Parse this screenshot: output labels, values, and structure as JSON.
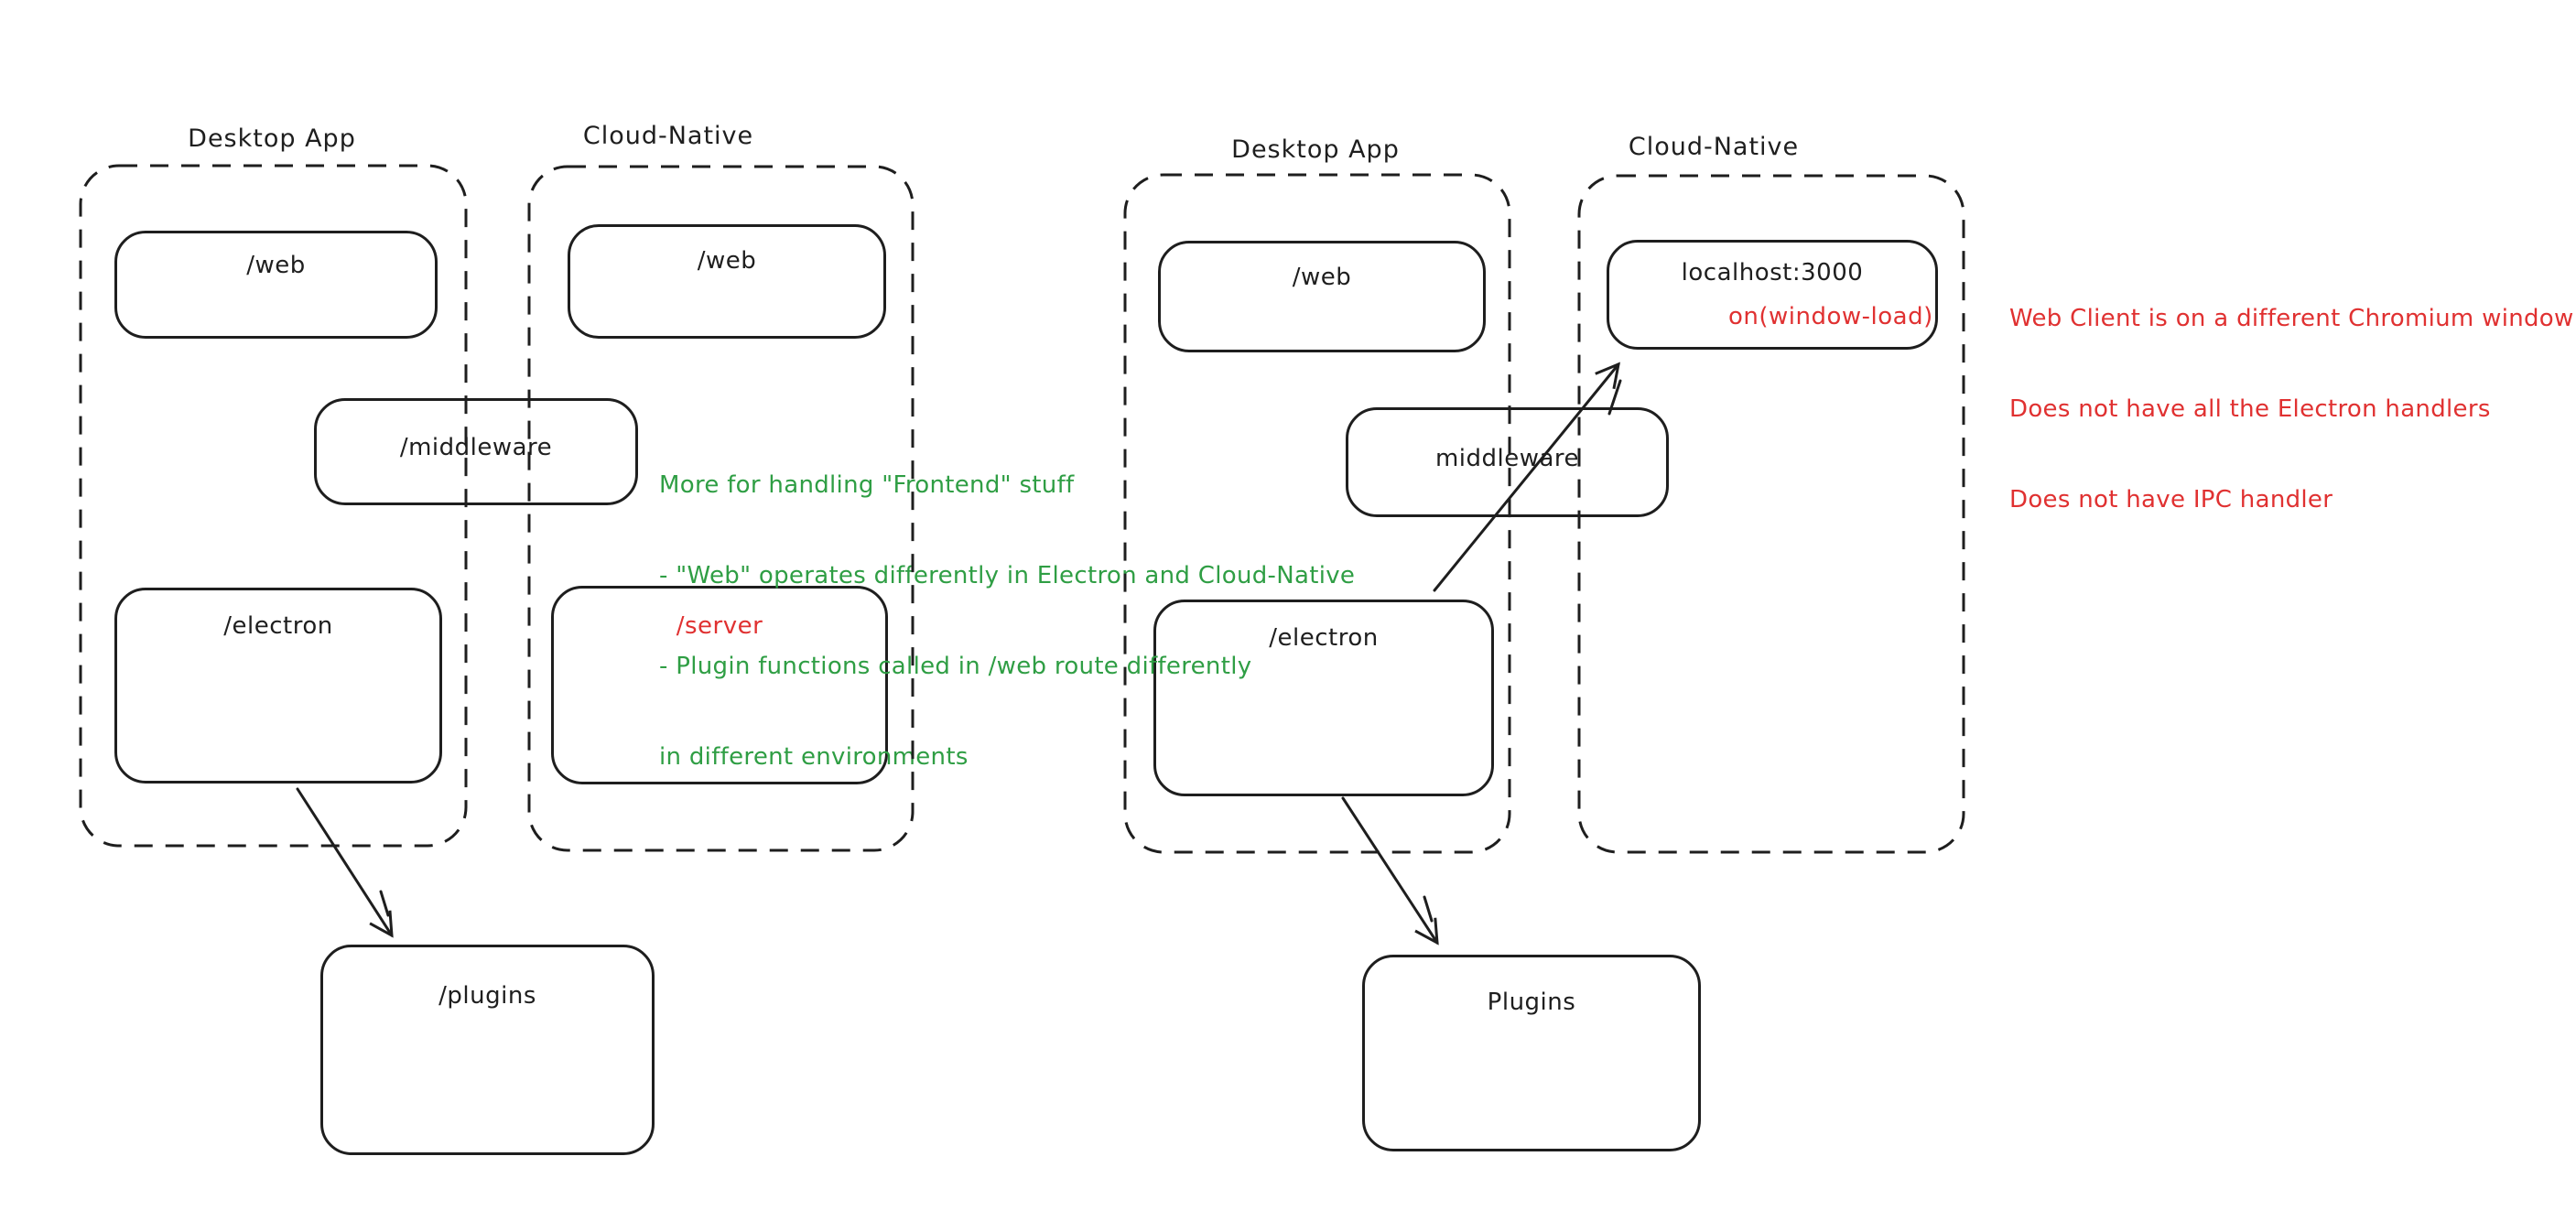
{
  "colors": {
    "ink": "#1e1e1e",
    "green": "#2f9e44",
    "red": "#e03131",
    "background": "#ffffff"
  },
  "left": {
    "desktop_group": {
      "title": "Desktop App",
      "web_label": "/web",
      "electron_label": "/electron"
    },
    "cloud_group": {
      "title": "Cloud-Native",
      "web_label": "/web",
      "server_label": "/server"
    },
    "middleware_label": "/middleware",
    "plugins_label": "/plugins",
    "green_note_lines": [
      "More for handling \"Frontend\" stuff",
      "- \"Web\" operates differently in Electron and Cloud-Native",
      "- Plugin functions called in /web route differently",
      "in different environments"
    ]
  },
  "right": {
    "desktop_group": {
      "title": "Desktop App",
      "web_label": "/web",
      "electron_label": "/electron"
    },
    "cloud_group": {
      "title": "Cloud-Native",
      "localhost_label": "localhost:3000",
      "window_load_label": "on(window-load)"
    },
    "middleware_label": "middleware",
    "plugins_label": "Plugins",
    "red_note_lines": [
      "Web Client is on a different Chromium window",
      "Does not have all the Electron handlers",
      "Does not have IPC handler"
    ]
  }
}
